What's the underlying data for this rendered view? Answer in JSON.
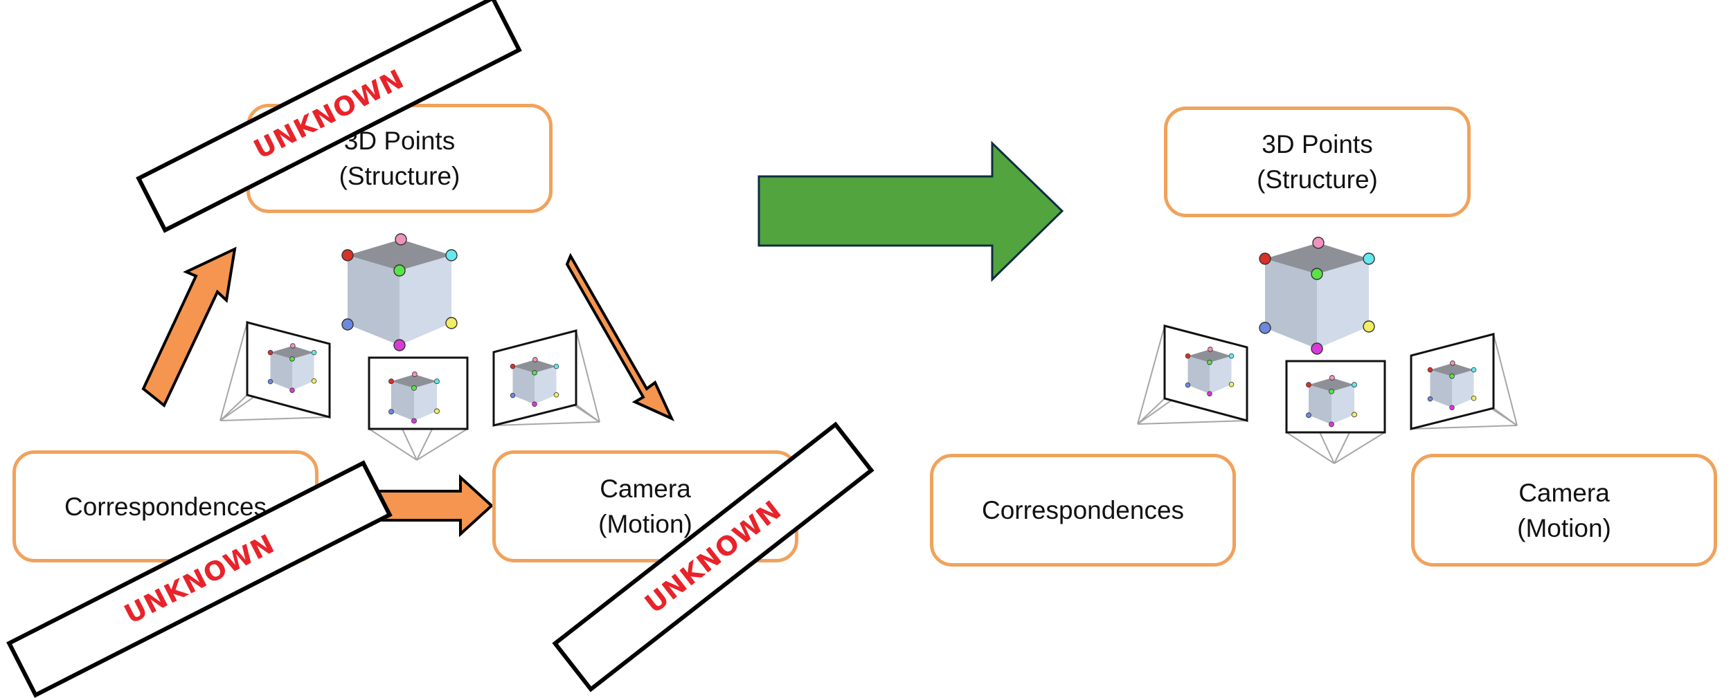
{
  "left_diagram": {
    "structure_box": {
      "line1": "3D Points",
      "line2": "(Structure)"
    },
    "correspondences_box": {
      "label": "Correspondences"
    },
    "camera_box": {
      "line1": "Camera",
      "line2": "(Motion)"
    },
    "unknown_banners": [
      "UNKNOWN",
      "UNKNOWN",
      "UNKNOWN"
    ]
  },
  "right_diagram": {
    "structure_box": {
      "line1": "3D Points",
      "line2": "(Structure)"
    },
    "correspondences_box": {
      "label": "Correspondences"
    },
    "camera_box": {
      "line1": "Camera",
      "line2": "(Motion)"
    }
  },
  "colors": {
    "box_border": "#f0a25c",
    "cycle_arrow_fill": "#f5954f",
    "transition_arrow_fill": "#52a43f",
    "unknown_text": "#e8232a",
    "cube_top": "#8d9097",
    "cube_left": "#b9c2d1",
    "cube_right": "#d0dae8"
  },
  "cube_corner_colors": [
    "#d73228",
    "#ef93bd",
    "#66e8ef",
    "#5be249",
    "#6e88dd",
    "#d83ad8",
    "#f1ee61"
  ]
}
